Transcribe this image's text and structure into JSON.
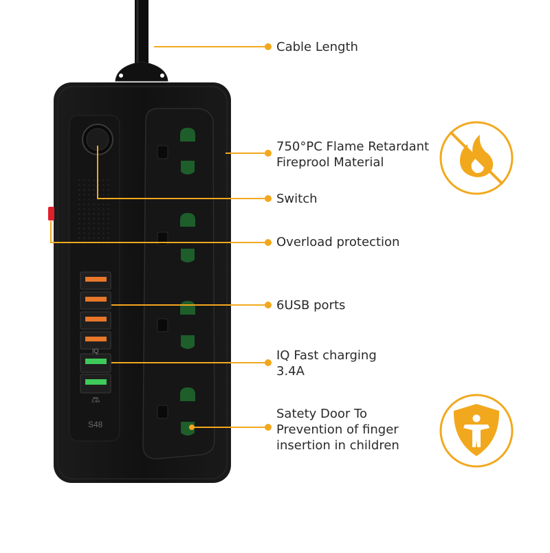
{
  "callouts": {
    "cable_length": "Cable Length",
    "flame_line1": "750°PC Flame Retardant",
    "flame_line2": "Fireprool Material",
    "switch": "Switch",
    "overload": "Overload protection",
    "usb_ports": "6USB ports",
    "iq_line1": "IQ Fast charging",
    "iq_line2": "3.4A",
    "safety_line1": "Satety Door To",
    "safety_line2": "Prevention of finger",
    "safety_line3": "insertion in children"
  },
  "device": {
    "model": "S48",
    "iq_mark": "IQ",
    "rating_mark": "3.4A"
  },
  "icons": {
    "flame": "no-flame-icon",
    "child": "child-protection-shield-icon"
  },
  "colors": {
    "accent": "#F2A81D",
    "body": "#121212",
    "socket_green": "#1E5E2B",
    "usb_orange": "#E8772A",
    "usb_green": "#3FCB5A",
    "indicator_red": "#E0202A"
  }
}
